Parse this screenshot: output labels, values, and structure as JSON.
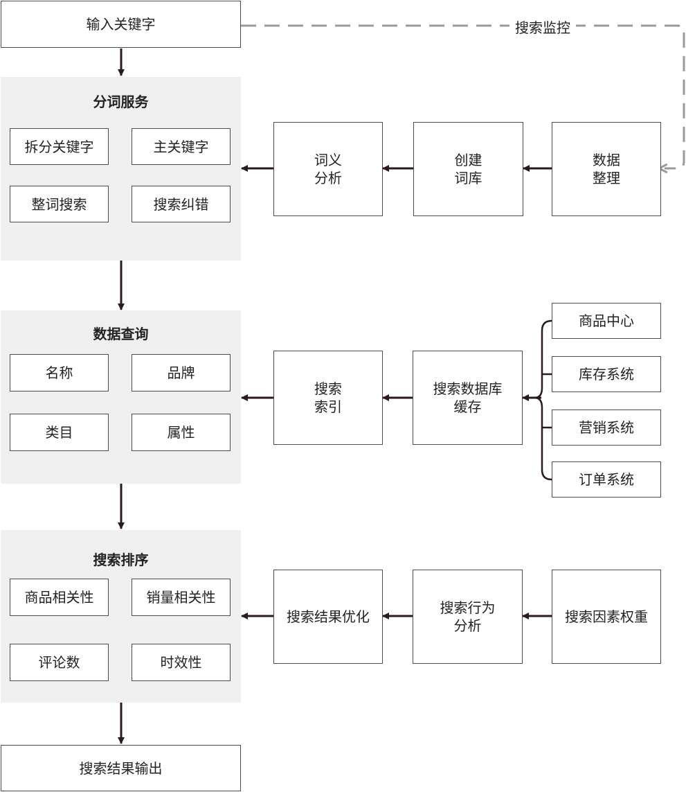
{
  "input": "输入关键字",
  "monitor_label": "搜索监控",
  "output": "搜索结果输出",
  "panels": {
    "segmentation": {
      "title": "分词服务",
      "items": [
        "拆分关键字",
        "主关键字",
        "整词搜索",
        "搜索纠错"
      ]
    },
    "query": {
      "title": "数据查询",
      "items": [
        "名称",
        "品牌",
        "类目",
        "属性"
      ]
    },
    "ranking": {
      "title": "搜索排序",
      "items": [
        "商品相关性",
        "销量相关性",
        "评论数",
        "时效性"
      ]
    }
  },
  "row1": {
    "semantic": "词义\n分析",
    "lexicon": "创建\n词库",
    "cleanup": "数据\n整理"
  },
  "row2": {
    "index": "搜索\n索引",
    "cache": "搜索数据库\n缓存",
    "sources": [
      "商品中心",
      "库存系统",
      "营销系统",
      "订单系统"
    ]
  },
  "row3": {
    "optimize": "搜索结果优化",
    "behavior": "搜索行为\n分析",
    "weights": "搜索因素权重"
  }
}
